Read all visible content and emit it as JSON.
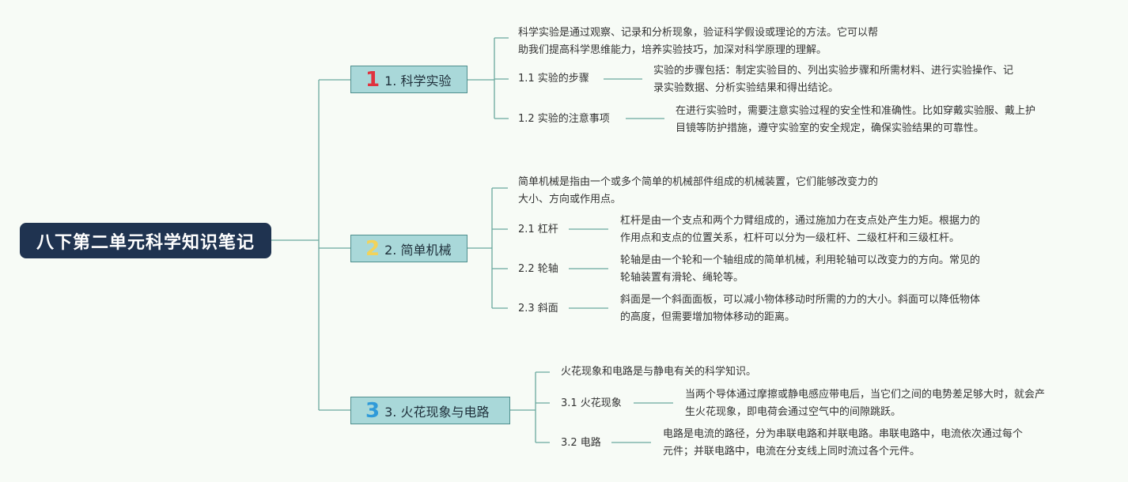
{
  "root": {
    "title": "八下第二单元科学知识笔记"
  },
  "branches": [
    {
      "num": "1",
      "num_color": "#e0323e",
      "label": "1. 科学实验",
      "intro": "科学实验是通过观察、记录和分析现象，验证科学假设或理论的方法。它可以帮\n助我们提高科学思维能力，培养实验技巧，加深对科学原理的理解。",
      "subs": [
        {
          "label": "1.1 实验的步骤",
          "text": "实验的步骤包括：制定实验目的、列出实验步骤和所需材料、进行实验操作、记\n录实验数据、分析实验结果和得出结论。"
        },
        {
          "label": "1.2 实验的注意事项",
          "text": "在进行实验时，需要注意实验过程的安全性和准确性。比如穿戴实验服、戴上护\n目镜等防护措施，遵守实验室的安全规定，确保实验结果的可靠性。"
        }
      ]
    },
    {
      "num": "2",
      "num_color": "#f2d35a",
      "label": "2. 简单机械",
      "intro": "简单机械是指由一个或多个简单的机械部件组成的机械装置，它们能够改变力的\n大小、方向或作用点。",
      "subs": [
        {
          "label": "2.1 杠杆",
          "text": "杠杆是由一个支点和两个力臂组成的，通过施加力在支点处产生力矩。根据力的\n作用点和支点的位置关系，杠杆可以分为一级杠杆、二级杠杆和三级杠杆。"
        },
        {
          "label": "2.2 轮轴",
          "text": "轮轴是由一个轮和一个轴组成的简单机械，利用轮轴可以改变力的方向。常见的\n轮轴装置有滑轮、绳轮等。"
        },
        {
          "label": "2.3 斜面",
          "text": "斜面是一个斜面面板，可以减小物体移动时所需的力的大小。斜面可以降低物体\n的高度，但需要增加物体移动的距离。"
        }
      ]
    },
    {
      "num": "3",
      "num_color": "#2f9ad9",
      "label": "3. 火花现象与电路",
      "intro": "火花现象和电路是与静电有关的科学知识。",
      "subs": [
        {
          "label": "3.1 火花现象",
          "text": "当两个导体通过摩擦或静电感应带电后，当它们之间的电势差足够大时，就会产\n生火花现象，即电荷会通过空气中的间隙跳跃。"
        },
        {
          "label": "3.2 电路",
          "text": "电路是电流的路径，分为串联电路和并联电路。串联电路中，电流依次通过每个\n元件；并联电路中，电流在分支线上同时流过各个元件。"
        }
      ]
    }
  ]
}
